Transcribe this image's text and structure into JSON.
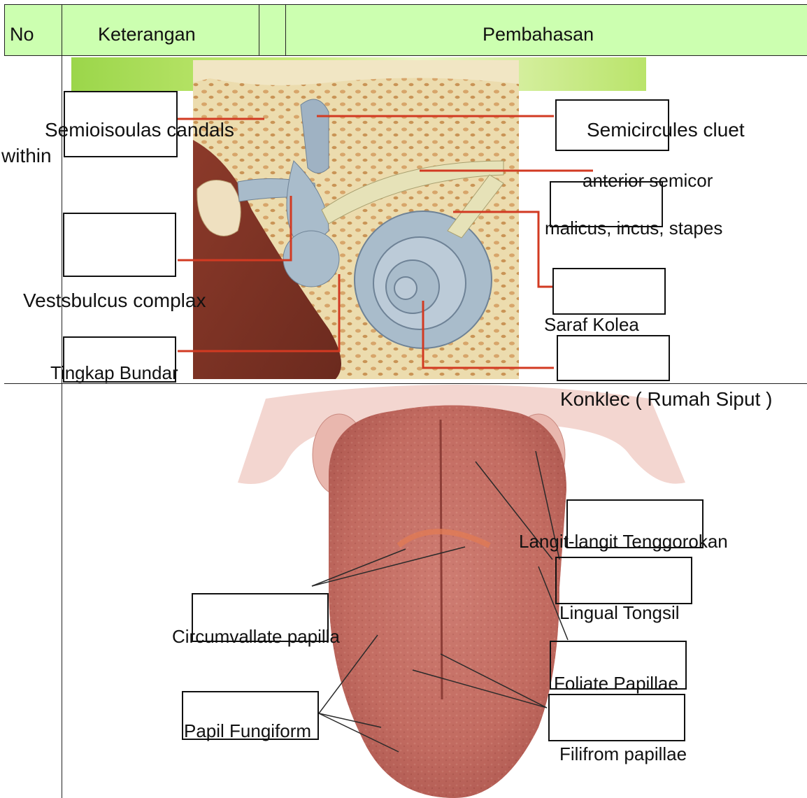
{
  "table": {
    "headers": {
      "no": "No",
      "keterangan": "Keterangan",
      "pembahasan": "Pembahasan"
    },
    "header_color": "#ccffb0"
  },
  "ear": {
    "labels": {
      "semicircular_left": "Semioisoulas candals",
      "within": "within",
      "semicircular_right": "Semicircules cluet",
      "anterior": "anterior semicor",
      "ossicles": "malicus, incus, stapes",
      "vestibule": "Vestsbulcus  complax",
      "saraf": "Saraf Kolea",
      "tingkap": "Tingkap Bundar",
      "konklea": "Konklec ( Rumah Siput )"
    }
  },
  "tongue": {
    "labels": {
      "langit": "Langit-langit Tenggorokan",
      "lingual": "Lingual Tongsil",
      "circumvallate": "Circumvallate papilla",
      "foliate": "Foliate Papillae",
      "fungiform": "Papil Fungiform",
      "filiform": "Filifrom papillae"
    }
  },
  "colors": {
    "pointer_red": "#d23a22",
    "bone": "#e9d9a8",
    "cochlea": "#a9bccb",
    "tongue": "#c9736a"
  }
}
